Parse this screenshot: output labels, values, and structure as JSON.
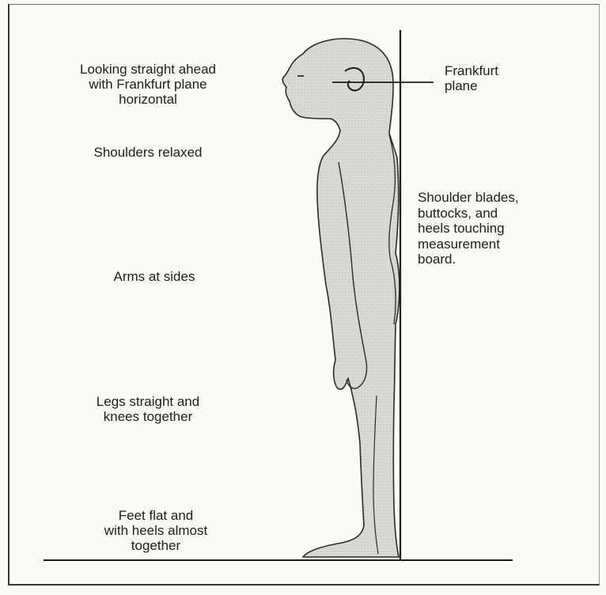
{
  "labels": {
    "looking_ahead": [
      "Looking straight ahead",
      "with Frankfurt plane",
      "horizontal"
    ],
    "shoulders_relaxed": [
      "Shoulders relaxed"
    ],
    "arms_at_sides": [
      "Arms at sides"
    ],
    "legs_straight": [
      "Legs straight and",
      "knees together"
    ],
    "feet_flat": [
      "Feet flat and",
      "with heels almost",
      "together"
    ],
    "frankfurt_plane": [
      "Frankfurt",
      "plane"
    ],
    "touching_board": [
      "Shoulder blades,",
      "buttocks, and",
      "heels touching",
      "measurement",
      "board."
    ]
  },
  "colors": {
    "ink": "#1c1c1c",
    "body_fill": "#d9d9d6",
    "background": "#fbfaf7"
  }
}
